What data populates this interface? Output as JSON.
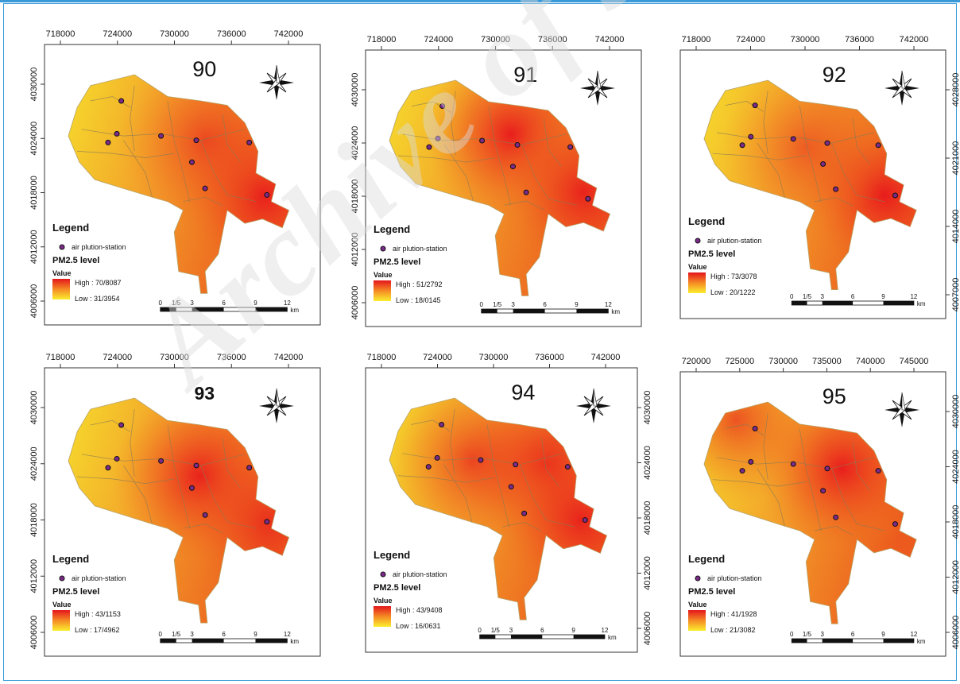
{
  "watermark": "Archive of SID",
  "legend_labels": {
    "legend": "Legend",
    "station": "air plution-station",
    "pm": "PM2.5 level",
    "value": "Value",
    "scale_unit": "km"
  },
  "panels": [
    {
      "title": "90",
      "high": "High : 70/8087",
      "low": "Low : 31/3954",
      "x_ticks": [
        "718000",
        "724000",
        "730000",
        "736000",
        "742000"
      ],
      "y_ticks": [
        "4030000",
        "4024000",
        "4018000",
        "4012000",
        "4006000"
      ],
      "scale_ticks": [
        "0",
        "1/5",
        "3",
        "6",
        "9",
        "12"
      ],
      "hotspots": [
        {
          "x": 0.88,
          "y": 0.55,
          "w": 1.0
        },
        {
          "x": 0.62,
          "y": 0.3,
          "w": 0.6
        }
      ]
    },
    {
      "title": "91",
      "high": "High : 51/2792",
      "low": "Low : 18/0145",
      "x_ticks": [
        "718000",
        "724000",
        "730000",
        "736000",
        "742000"
      ],
      "y_ticks": [
        "4030000",
        "4024000",
        "4018000",
        "4012000",
        "4006000"
      ],
      "scale_ticks": [
        "0",
        "1/5",
        "3",
        "6",
        "9",
        "12"
      ],
      "hotspots": [
        {
          "x": 0.55,
          "y": 0.25,
          "w": 1.0
        },
        {
          "x": 0.88,
          "y": 0.52,
          "w": 0.9
        }
      ]
    },
    {
      "title": "92",
      "high": "High : 73/3078",
      "low": "Low : 20/1222",
      "x_ticks": [
        "718000",
        "724000",
        "730000",
        "736000",
        "742000"
      ],
      "y_ticks": [
        "4028000",
        "4021000",
        "4014000",
        "4007000"
      ],
      "scale_ticks": [
        "0",
        "1/5",
        "3",
        "6",
        "9",
        "12"
      ],
      "hotspots": [
        {
          "x": 0.85,
          "y": 0.55,
          "w": 1.0
        },
        {
          "x": 0.48,
          "y": 0.32,
          "w": 0.5
        }
      ]
    },
    {
      "title": "93",
      "high": "High : 43/1153",
      "low": "Low : 17/4962",
      "x_ticks": [
        "718000",
        "724000",
        "730000",
        "736000",
        "742000"
      ],
      "y_ticks": [
        "4030000",
        "4024000",
        "4018000",
        "4012000",
        "4006000"
      ],
      "scale_ticks": [
        "0",
        "1/5",
        "3",
        "6",
        "9",
        "12"
      ],
      "hotspots": [
        {
          "x": 0.6,
          "y": 0.35,
          "w": 1.0
        },
        {
          "x": 0.9,
          "y": 0.55,
          "w": 0.7
        }
      ]
    },
    {
      "title": "94",
      "high": "High : 43/9408",
      "low": "Low : 16/0631",
      "x_ticks": [
        "718000",
        "724000",
        "730000",
        "736000",
        "742000"
      ],
      "y_ticks": [
        "4030000",
        "4024000",
        "4018000",
        "4012000",
        "4006000"
      ],
      "scale_ticks": [
        "0",
        "1/5",
        "3",
        "6",
        "9",
        "12"
      ],
      "hotspots": [
        {
          "x": 0.72,
          "y": 0.3,
          "w": 1.0
        },
        {
          "x": 0.88,
          "y": 0.55,
          "w": 0.9
        },
        {
          "x": 0.38,
          "y": 0.28,
          "w": 0.7
        }
      ]
    },
    {
      "title": "95",
      "high": "High : 41/1928",
      "low": "Low : 21/3082",
      "x_ticks": [
        "720000",
        "725000",
        "730000",
        "735000",
        "740000",
        "745000"
      ],
      "y_ticks": [
        "4030000",
        "4024000",
        "4018000",
        "4012000",
        "4006000"
      ],
      "scale_ticks": [
        "0",
        "1/5",
        "3",
        "6",
        "9",
        "12"
      ],
      "hotspots": [
        {
          "x": 0.65,
          "y": 0.3,
          "w": 1.0
        },
        {
          "x": 0.15,
          "y": 0.08,
          "w": 0.7
        }
      ]
    }
  ]
}
